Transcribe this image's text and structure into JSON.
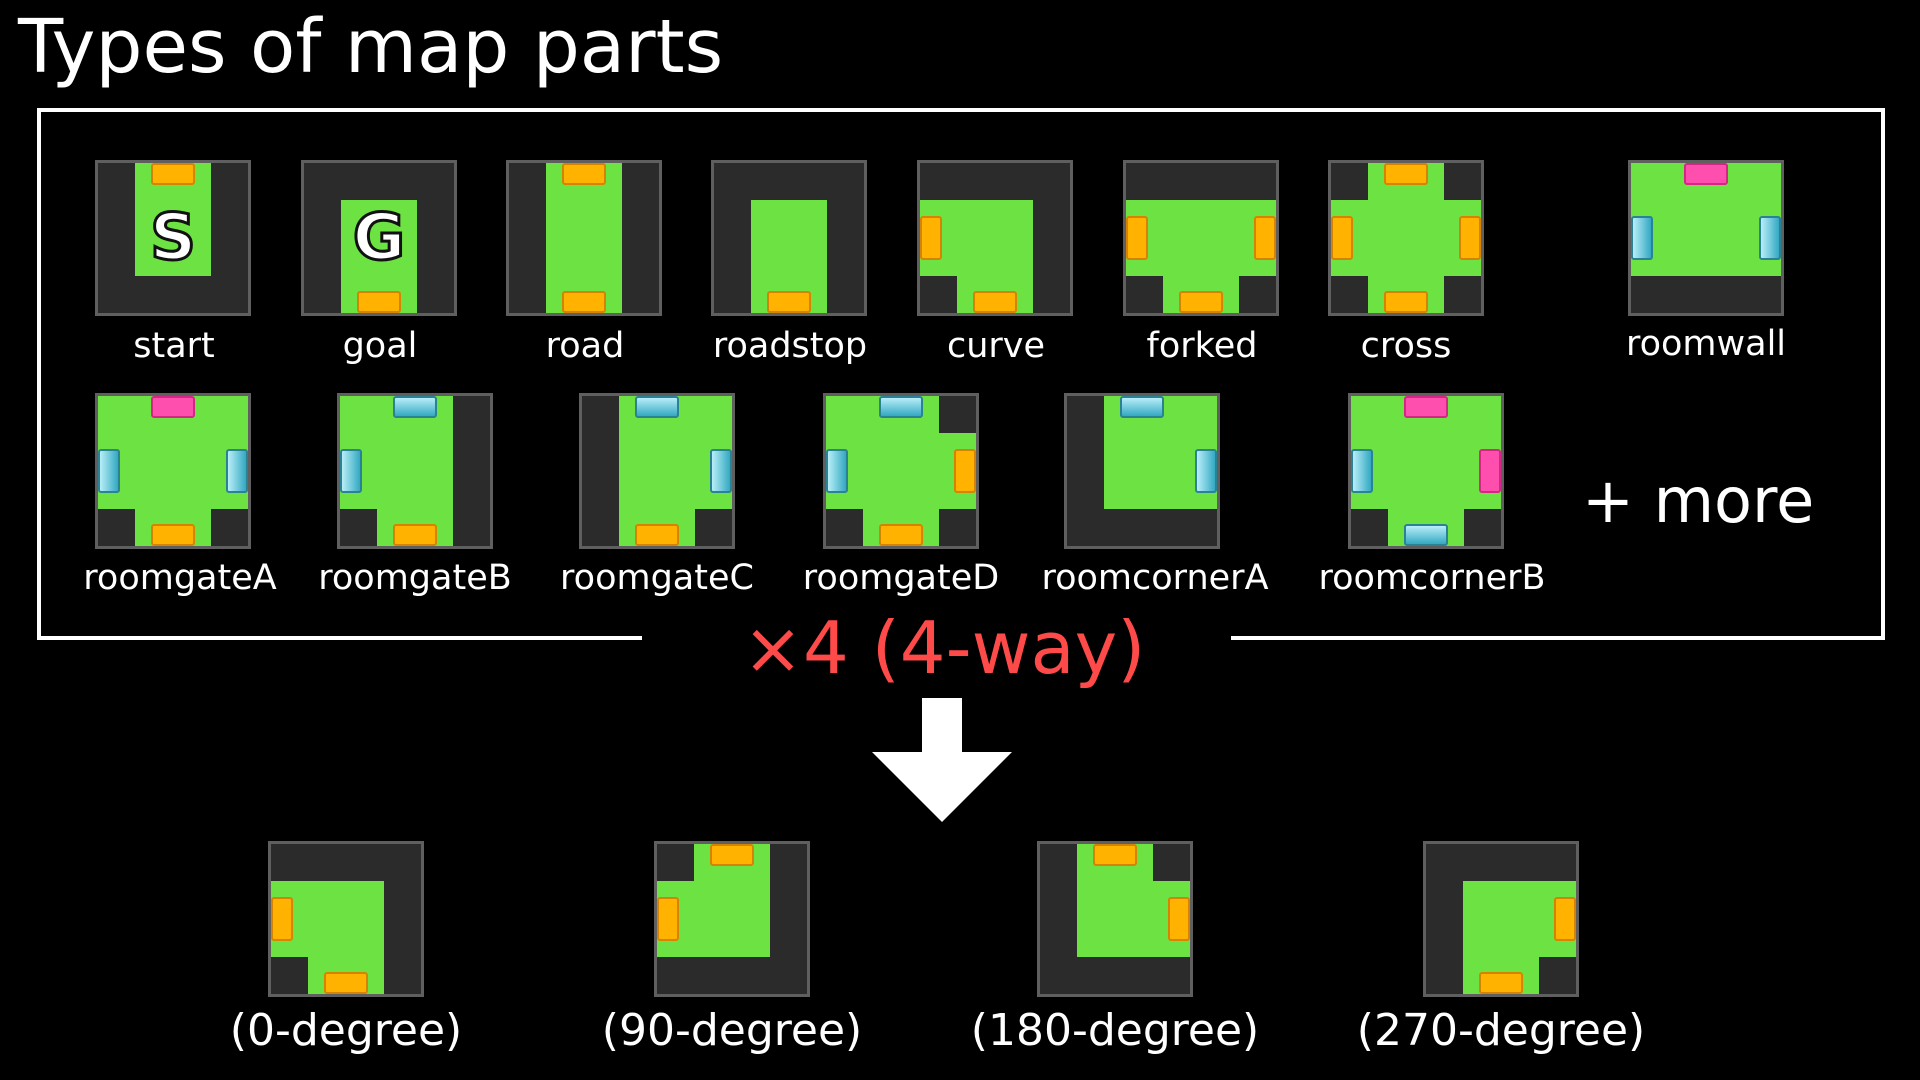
{
  "title": "Types of map parts",
  "parts_row1": [
    {
      "label": "start",
      "tile_letter": "S"
    },
    {
      "label": "goal",
      "tile_letter": "G"
    },
    {
      "label": "road"
    },
    {
      "label": "roadstop"
    },
    {
      "label": "curve"
    },
    {
      "label": "forked"
    },
    {
      "label": "cross"
    },
    {
      "label": "roomwall"
    }
  ],
  "parts_row2": [
    {
      "label": "roomgateA"
    },
    {
      "label": "roomgateB"
    },
    {
      "label": "roomgateC"
    },
    {
      "label": "roomgateD"
    },
    {
      "label": "roomcornerA"
    },
    {
      "label": "roomcornerB"
    }
  ],
  "more_label": "+ more",
  "multiplier_label": "×4 (4-way)",
  "rotations": [
    {
      "label": "(0-degree)"
    },
    {
      "label": "(90-degree)"
    },
    {
      "label": "(180-degree)"
    },
    {
      "label": "(270-degree)"
    }
  ],
  "colors": {
    "background": "#000000",
    "floor_green": "#6de343",
    "wall_dark": "#2b2b2b",
    "door_orange": "#ffb300",
    "door_pink": "#ff4fae",
    "door_cyan": "#34a9c2",
    "accent_red": "#ff4a4a"
  }
}
